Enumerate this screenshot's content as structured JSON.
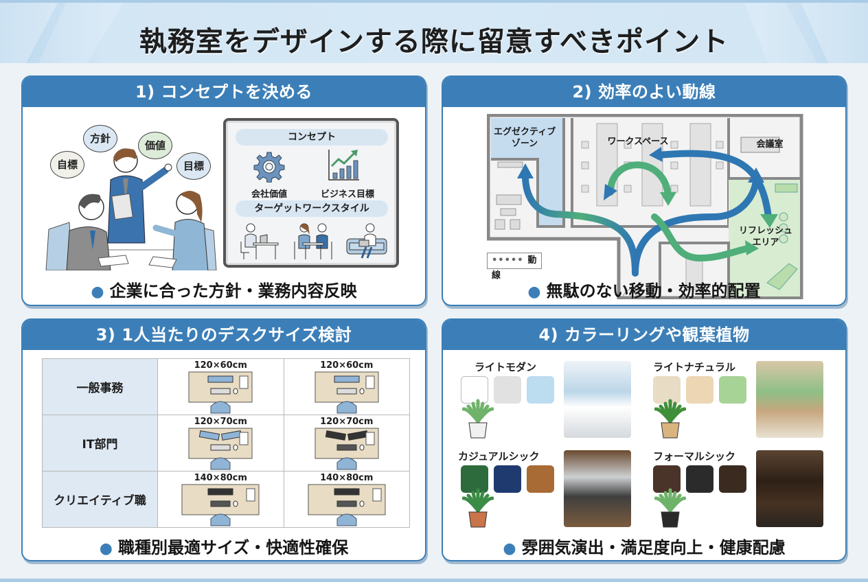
{
  "page": {
    "title": "執務室をデザインする際に留意すべきポイント"
  },
  "panels": {
    "concept": {
      "heading": "1) コンセプトを決める",
      "bubbles": [
        "自標",
        "方針",
        "価値",
        "目標"
      ],
      "board": {
        "title": "コンセプト",
        "items": [
          {
            "label": "会社価値",
            "icon": "gear-icon"
          },
          {
            "label": "ビジネス目標",
            "icon": "growth-chart-icon"
          }
        ],
        "workstyle_title": "ターゲットワークスタイル",
        "workstyles": [
          "desk-work-icon",
          "meeting-icon",
          "lounge-work-icon"
        ]
      },
      "summary": "企業に合った方針・業務内容反映"
    },
    "flow": {
      "heading": "2) 効率のよい動線",
      "rooms": {
        "executive": "エグゼクティブ\nゾーン",
        "workspace": "ワークスペース",
        "meeting": "会議室",
        "refresh": "リフレッシュ\nエリア"
      },
      "legend": {
        "dots": "•••••",
        "label": "動線"
      },
      "summary": "無駄のない移動・効率的配置"
    },
    "desk": {
      "heading": "3) 1人当たりのデスクサイズ検討",
      "rows": [
        {
          "role": "一般事務",
          "sizes": [
            "120×60cm",
            "120×60cm"
          ]
        },
        {
          "role": "IT部門",
          "sizes": [
            "120×70cm",
            "120×70cm"
          ]
        },
        {
          "role": "クリエイティブ職",
          "sizes": [
            "140×80cm",
            "140×80cm"
          ]
        }
      ],
      "summary": "職種別最適サイズ・快適性確保"
    },
    "coloring": {
      "heading": "4) カラーリングや観葉植物",
      "styles": [
        {
          "name": "ライトモダン",
          "swatches": [
            "#ffffff",
            "#e1e1e1",
            "#bcdcf0"
          ],
          "plant": "succulent-plant-icon"
        },
        {
          "name": "ライトナチュラル",
          "swatches": [
            "#e9dcc4",
            "#ecd6b4",
            "#a7d396"
          ],
          "plant": "fern-plant-icon"
        },
        {
          "name": "カジュアルシック",
          "swatches": [
            "#2e6b3c",
            "#1f3a6e",
            "#a86b35"
          ],
          "plant": "monstera-plant-icon"
        },
        {
          "name": "フォーマルシック",
          "swatches": [
            "#4a3328",
            "#2b2b2b",
            "#3a2a20"
          ],
          "plant": "snake-plant-icon"
        }
      ],
      "summary": "雰囲気演出・満足度向上・健康配慮"
    }
  },
  "colors": {
    "accent": "#3c7fb8",
    "header_band": "#d6e8f5",
    "background": "#edf2f7",
    "flow_blue": "#2f77b3",
    "flow_green": "#4fae7a"
  }
}
